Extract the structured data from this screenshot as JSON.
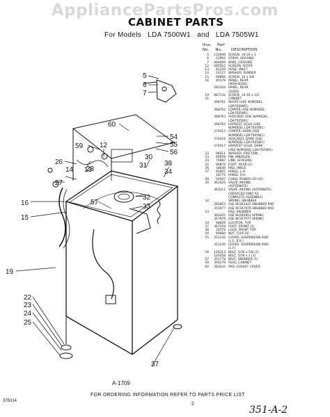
{
  "watermark": "AppliancePartsPros.com",
  "title": "CABINET PARTS",
  "subtitle": {
    "prefix": "For Models",
    "model1": "LDA 7500W1",
    "conj": "and",
    "model2": "LDA 7505W1"
  },
  "parts_header": {
    "illus": "Illus.",
    "part": "Part",
    "no1": "No.",
    "no2": "No.",
    "description": "DESCRIPTION"
  },
  "parts": [
    {
      "n": "5",
      "p": "132946",
      "d": "SCREW, 10-24 x 1"
    },
    {
      "n": "6",
      "p": "22963",
      "d": "STRAP, GROUND"
    },
    {
      "n": "7",
      "p": "364009",
      "d": "WIRE, GROUND"
    },
    {
      "n": "12",
      "p": "285552",
      "d": "SCREEN, FILTER"
    },
    {
      "n": "13",
      "p": "81339",
      "d": "HOSE, INLET"
    },
    {
      "n": "14",
      "p": "24127",
      "d": "WASHER, RUBBER"
    },
    {
      "n": "15",
      "p": "90866",
      "d": "SCREW, 10 x 3/8"
    },
    {
      "n": "16",
      "p": "85379",
      "d": "PANEL, REAR"
    },
    {
      "n": "",
      "p": "",
      "d": "(NON-SUDS)"
    },
    {
      "n": "",
      "p": "283354",
      "d": "PANEL, REAR"
    },
    {
      "n": "",
      "p": "",
      "d": "(SUDS)"
    },
    {
      "n": "19",
      "p": "687132",
      "d": "SCREW, 10-16 x 1/2"
    },
    {
      "n": "21",
      "p": "",
      "d": "CABINET"
    },
    {
      "n": "",
      "p": "368761",
      "d": "WHITE (USE W/MODEL"
    },
    {
      "n": "",
      "p": "",
      "d": "LDA7500W1)"
    },
    {
      "n": "",
      "p": "368762",
      "d": "COPPER (USE W/MODEL"
    },
    {
      "n": "",
      "p": "",
      "d": "LDA7505W1)"
    },
    {
      "n": "",
      "p": "368763",
      "d": "AVOCADO (USE W/MODEL"
    },
    {
      "n": "",
      "p": "",
      "d": "LDA7505W1)"
    },
    {
      "n": "",
      "p": "368764",
      "d": "HARVEST GOLD (USE"
    },
    {
      "n": "",
      "p": "",
      "d": "W/MODEL LDA7505W1)"
    },
    {
      "n": "",
      "p": "374415",
      "d": "COPPER, DARK (USE"
    },
    {
      "n": "",
      "p": "",
      "d": "W/MODEL LDA7505W1)"
    },
    {
      "n": "",
      "p": "374416",
      "d": "AVOCADO, DARK (USE"
    },
    {
      "n": "",
      "p": "",
      "d": "W/MODEL LDA7505W1)"
    },
    {
      "n": "",
      "p": "374417",
      "d": "HARVEST GOLD, DARK"
    },
    {
      "n": "",
      "p": "",
      "d": "(USE W/MODEL LDA7505W1)"
    },
    {
      "n": "22",
      "p": "98411",
      "d": "WASHER, FRICTION"
    },
    {
      "n": "23",
      "p": "90659",
      "d": "PIN, KNURLED"
    },
    {
      "n": "24",
      "p": "70687",
      "d": "LINK, LEVELING"
    },
    {
      "n": "25",
      "p": "90879",
      "d": "FOOT, REAR (2)"
    },
    {
      "n": "26",
      "p": "18649",
      "d": "PAD, HINGE"
    },
    {
      "n": "27",
      "p": "92667",
      "d": "HINGE, L.H."
    },
    {
      "n": "",
      "p": "18775",
      "d": "HINGE, R.H."
    },
    {
      "n": "28",
      "p": "92667",
      "d": "CORD, POWER (50 HZ)"
    },
    {
      "n": "30",
      "p": "363425",
      "d": "VALVE, MIXING"
    },
    {
      "n": "",
      "p": "",
      "d": "(ALTERNATE)"
    },
    {
      "n": "",
      "p": "363311",
      "d": "VALVE, MIXING (ALTERNATE)"
    },
    {
      "n": "",
      "p": "",
      "d": "(SERVICED ONLY AS"
    },
    {
      "n": "",
      "p": "",
      "d": "COMPLETE ASSEMBLY)"
    },
    {
      "n": "32",
      "p": "",
      "d": "SPRING, SNUBBER"
    },
    {
      "n": "",
      "p": "285853",
      "d": "USE W/363425 SNUBBER PAD"
    },
    {
      "n": "",
      "p": "353977",
      "d": "USE W/357976 SNUBBER PAD"
    },
    {
      "n": "33",
      "p": "",
      "d": "PAD, SNUBBER"
    },
    {
      "n": "",
      "p": "363425",
      "d": "USE W/285853 SPRING"
    },
    {
      "n": "",
      "p": "357976",
      "d": "USE W/357977 SPRING"
    },
    {
      "n": "34",
      "p": "98659",
      "d": "LOCATOR, TOP"
    },
    {
      "n": "37",
      "p": "367259",
      "d": "FOOT, FRONT (2)"
    },
    {
      "n": "38",
      "p": "18776",
      "d": "LOCK, FRONT TOP"
    },
    {
      "n": "54",
      "p": "90684",
      "d": "NUT, 5/16-18"
    },
    {
      "n": "55",
      "p": "353145",
      "d": "COVER, SUSPENSION ROD"
    },
    {
      "n": "",
      "p": "",
      "d": "(L.F., R.R.)"
    },
    {
      "n": "",
      "p": "353230",
      "d": "COVER, SUSPENSION ROD"
    },
    {
      "n": "",
      "p": "",
      "d": "(L.F.)"
    },
    {
      "n": "56",
      "p": "126313",
      "d": "BOLT, 5/16 x 5/8 (2)"
    },
    {
      "n": "",
      "p": "126358",
      "d": "BOLT, 5/16 x 1 (2)"
    },
    {
      "n": "57",
      "p": "351778",
      "d": "BOLT, SNUBBER (1)"
    },
    {
      "n": "59",
      "p": "356179",
      "d": "PLUG, CABINET"
    },
    {
      "n": "60",
      "p": "383434",
      "d": "PAD, GUSSET COVER"
    }
  ],
  "callouts": [
    "5",
    "6",
    "7",
    "60",
    "54",
    "55",
    "56",
    "59",
    "12",
    "13",
    "14",
    "26",
    "27",
    "28",
    "30",
    "31",
    "38",
    "34",
    "32",
    "33",
    "16",
    "15",
    "57",
    "19",
    "22",
    "23",
    "24",
    "25",
    "37"
  ],
  "code": "A-1709",
  "footer": "FOR ORDERING INFORMATION REFER TO PARTS PRICE LIST",
  "docnum": "376314",
  "pagenum": "2",
  "handwritten": "351-A-2"
}
